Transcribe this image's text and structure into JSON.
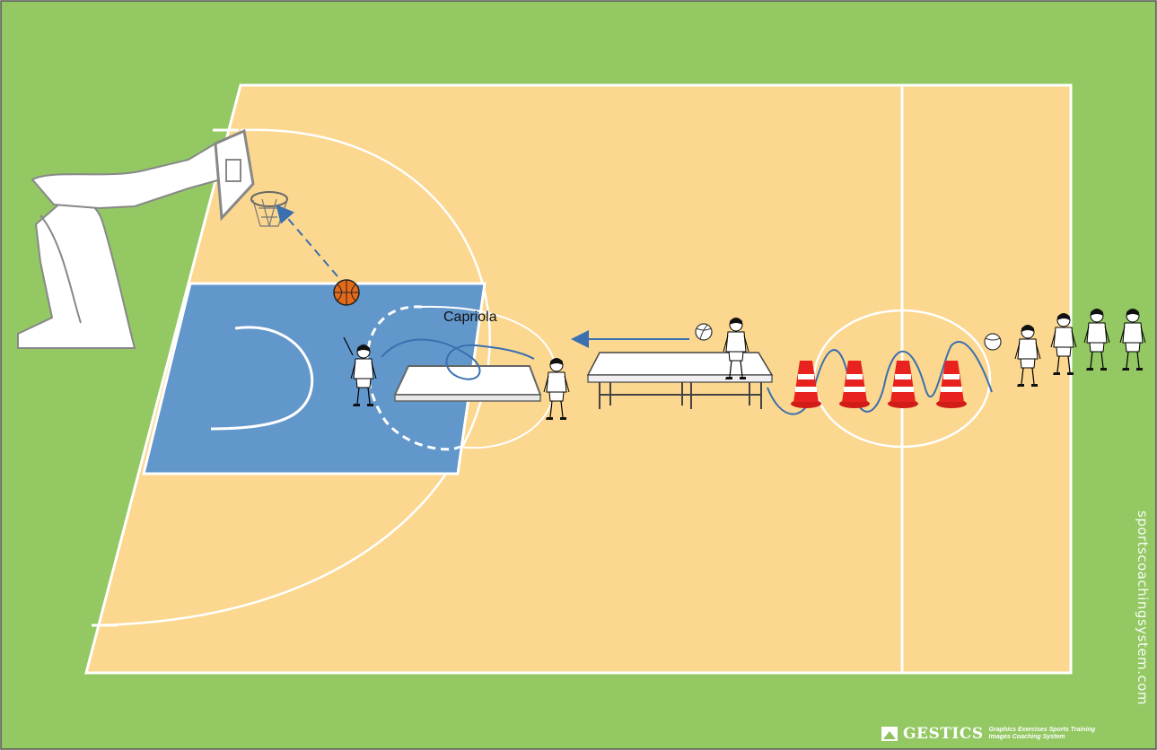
{
  "diagram": {
    "drill_label": "Capriola",
    "watermark": "sportscoachingsystem.com",
    "brand": {
      "name": "GESTICS",
      "tagline_line1": "Graphics Exercises Sports Training",
      "tagline_line2": "Images Coaching System"
    },
    "colors": {
      "grass": "#93c863",
      "court": "#fbd78f",
      "key": "#6297cb",
      "lines": "#ffffff",
      "path": "#3a6fb0",
      "cone": "#e8231f"
    },
    "icons": [
      "basketball-hoop-icon",
      "basketball-icon",
      "player-icon",
      "cone-icon",
      "mat-icon",
      "bench-icon",
      "volleyball-icon"
    ]
  }
}
